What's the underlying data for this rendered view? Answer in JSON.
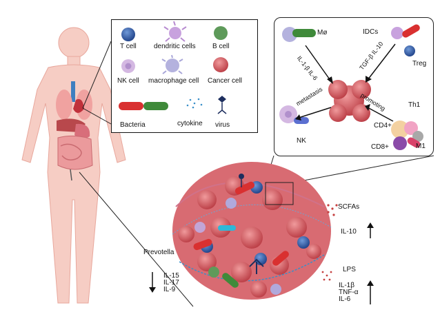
{
  "legend": {
    "t_cell": "T cell",
    "dendritic_cells": "dendritic cells",
    "b_cell": "B cell",
    "nk_cell": "NK cell",
    "macrophage_cell": "macrophage cell",
    "cancer_cell": "Cancer cell",
    "bacteria": "Bacteria",
    "cytokine": "cytokine",
    "virus": "virus"
  },
  "inset": {
    "macrophage": "Mø",
    "il1b_il6": "IL-1-β IL-6",
    "idcs": "IDCs",
    "tgfb_il10": "TGF-β IL-10",
    "treg": "Treg",
    "metastasis": "metastasis",
    "nk": "NK",
    "promoting": "promoting",
    "th1": "Th1",
    "cd4": "CD4+",
    "cd8": "CD8+",
    "m1": "M1"
  },
  "tumor": {
    "scfas": "SCFAs",
    "il10": "IL-10",
    "prevotella": "Prevotella",
    "down_list": [
      "IL-15",
      "IL-17",
      "IL-9"
    ],
    "lps": "LPS",
    "up_list": [
      "IL-1β",
      "TNF-α",
      "IL-6"
    ]
  },
  "colors": {
    "t_cell": "#2a5aa8",
    "dendritic": "#b78bd0",
    "b_cell": "#5e9a5a",
    "nk_cell": "#c7a8d8",
    "macrophage": "#a8a6d8",
    "cancer": "#c9474d",
    "bacteria_red": "#d93030",
    "bacteria_green": "#3f8a3a",
    "cytokine": "#3a8fc9",
    "virus": "#1d2e5e",
    "body": "#f3c3bb",
    "tumor": "#d96a6f"
  }
}
